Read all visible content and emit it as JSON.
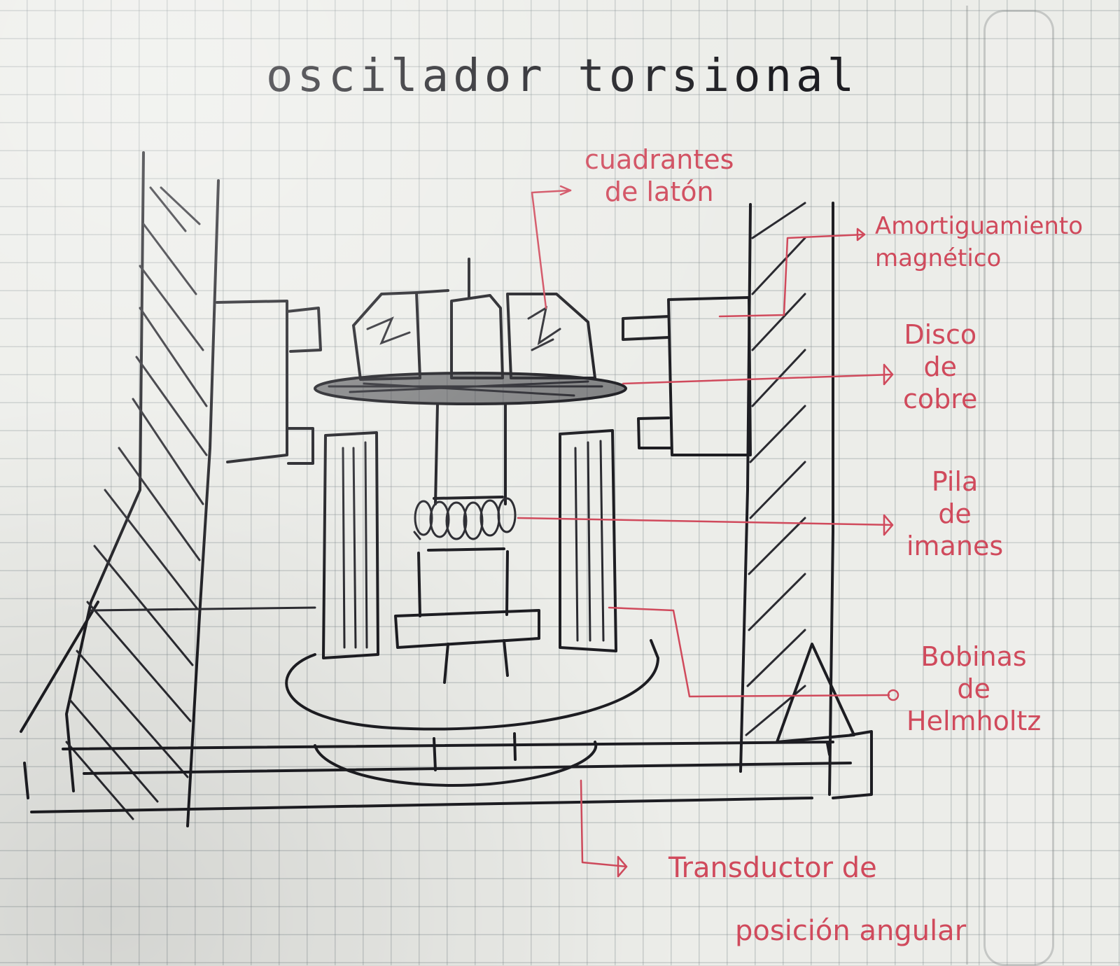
{
  "title": "oscilador torsional",
  "labels": {
    "cuadrantes": [
      "cuadrantes",
      "de latón"
    ],
    "amortiguamiento": [
      "Amortiguamiento",
      "magnético"
    ],
    "disco": [
      "Disco",
      "de",
      "cobre"
    ],
    "pila": [
      "Pila",
      "de",
      "imanes"
    ],
    "bobinas": [
      "Bobinas",
      "de",
      "Helmholtz"
    ],
    "transductor": [
      "Transductor de",
      "posición angular"
    ]
  },
  "colors": {
    "ink": "#1d1d22",
    "annotation": "#d04a5c",
    "paper": "#ecede9"
  }
}
